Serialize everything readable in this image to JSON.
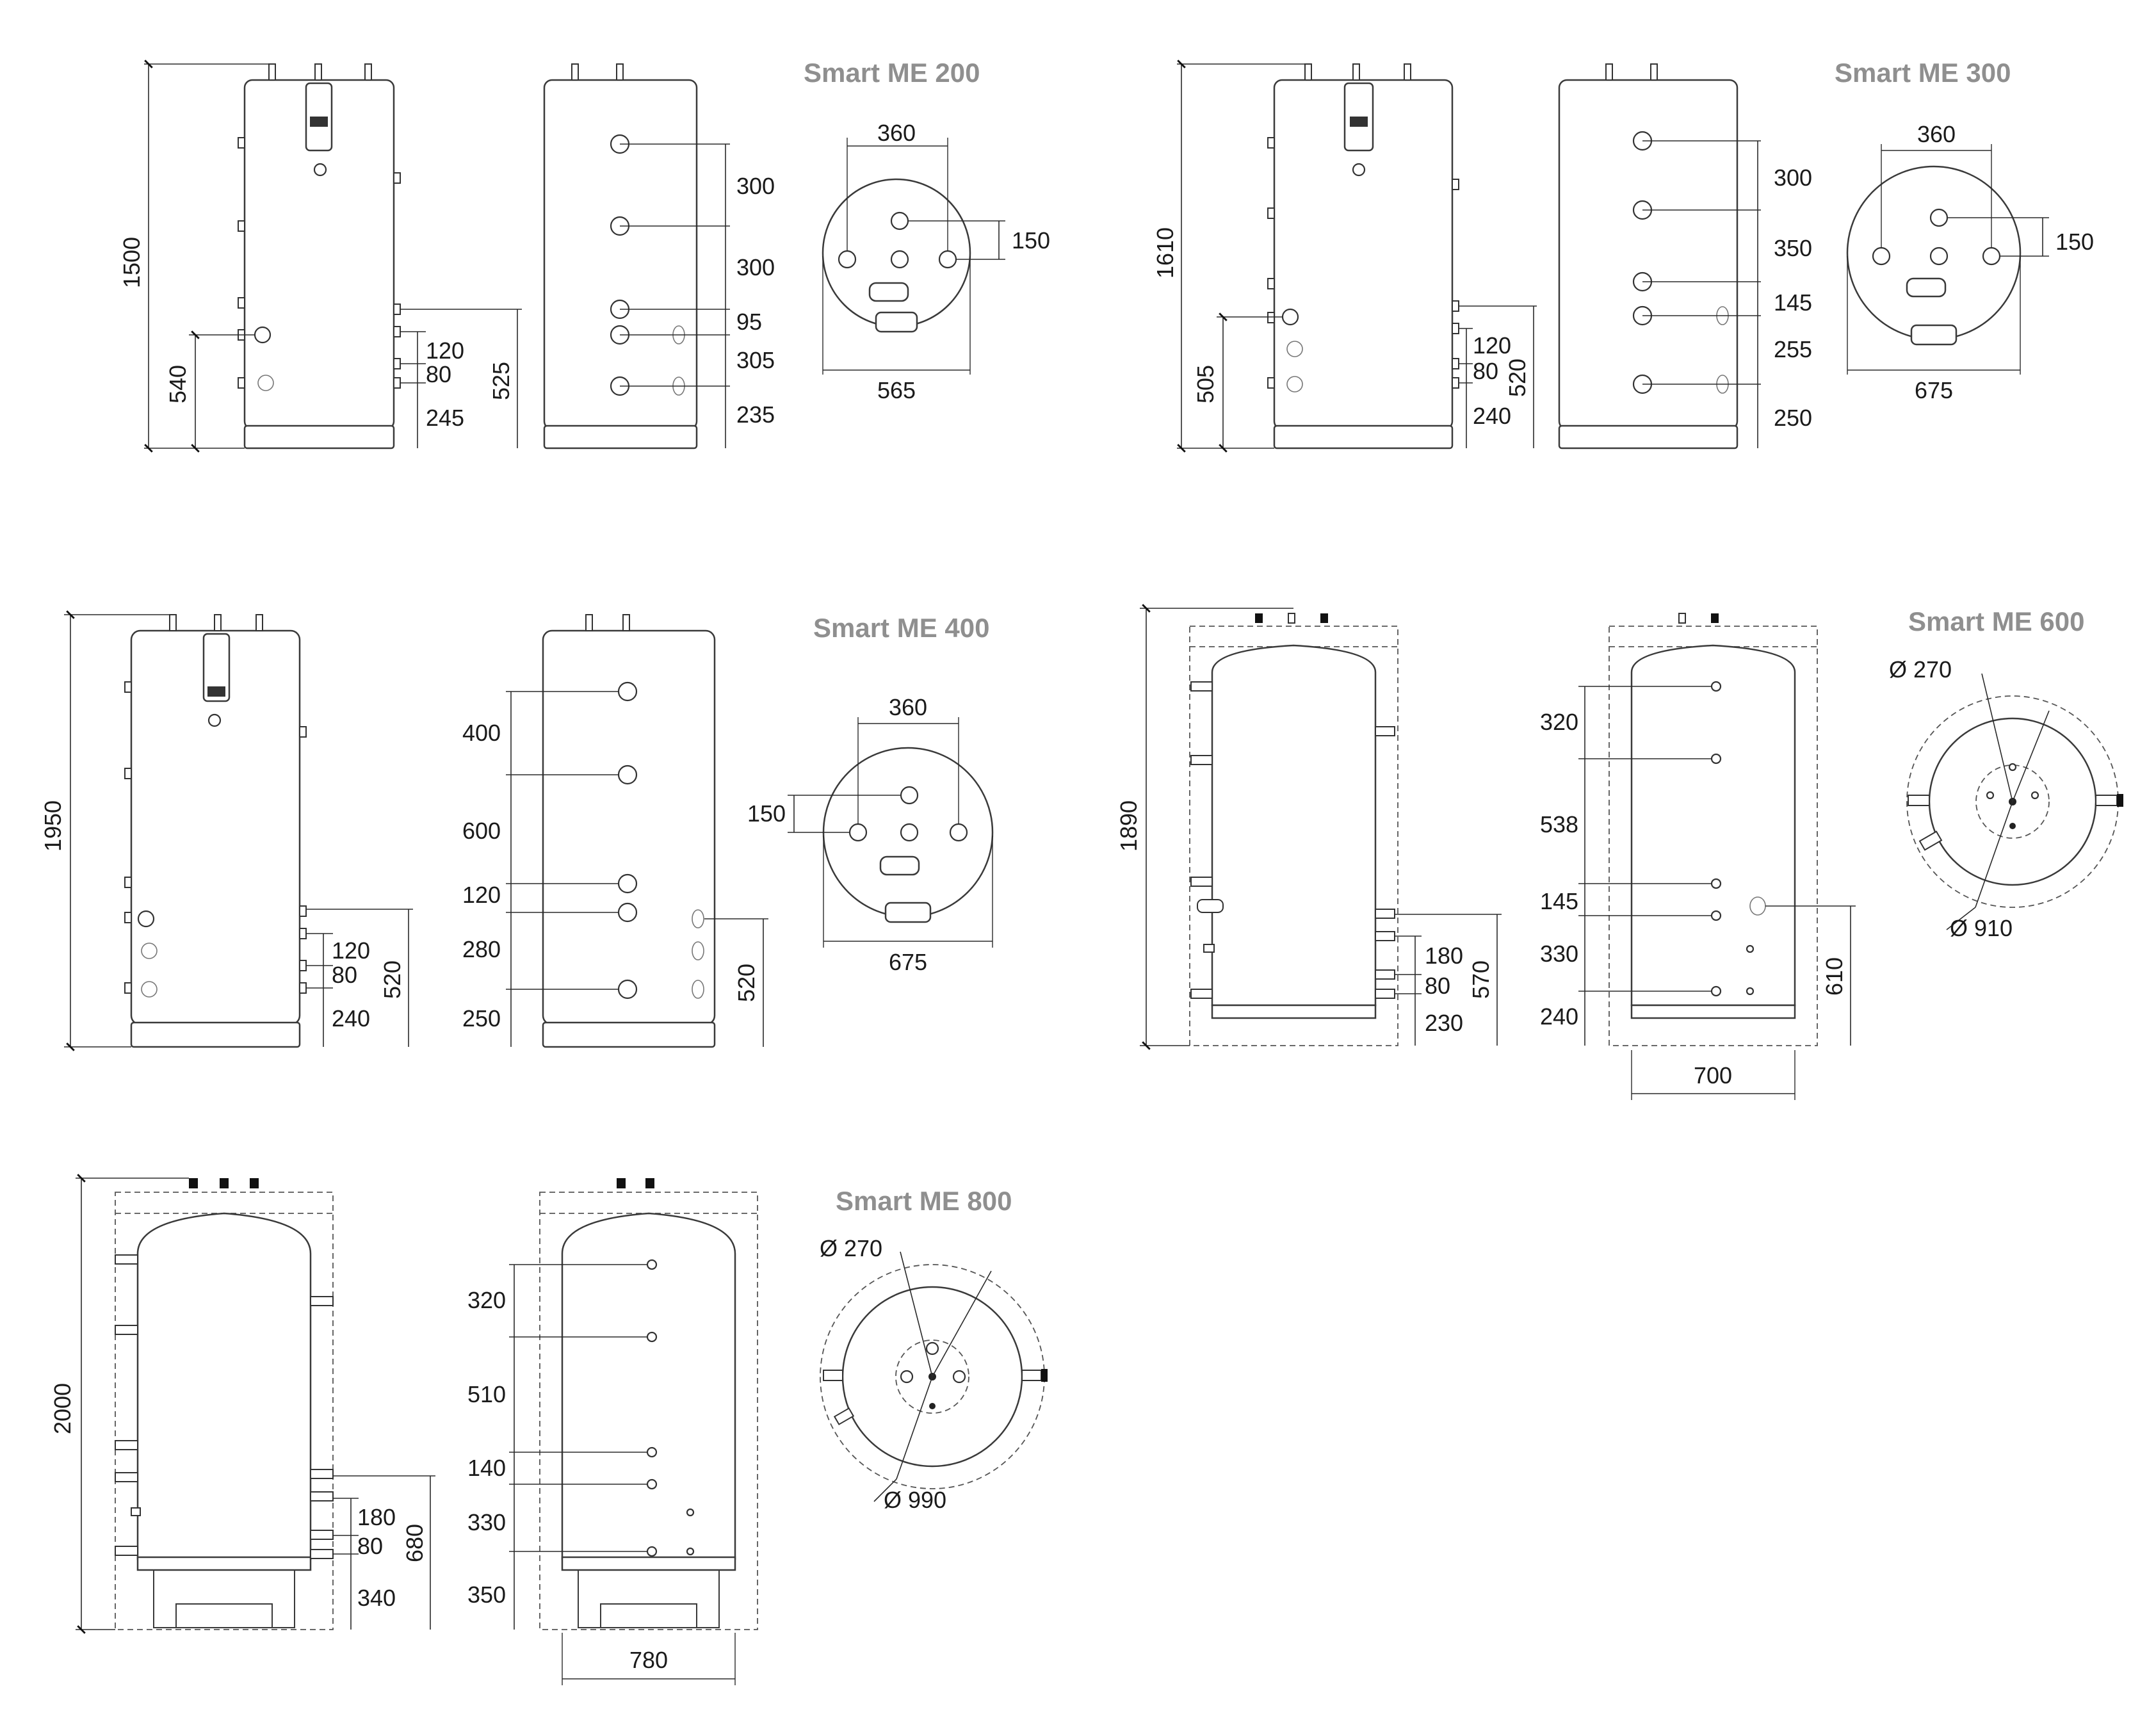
{
  "models": [
    {
      "id": "me200",
      "title": "Smart ME 200",
      "front": {
        "height": "1500",
        "inlet": "540",
        "right": [
          "120",
          "80",
          "245"
        ],
        "right_total": "525"
      },
      "side": [
        "300",
        "300",
        "95",
        "305",
        "235"
      ],
      "top": {
        "width": "360",
        "offset": "150",
        "diameter": "565"
      }
    },
    {
      "id": "me300",
      "title": "Smart ME 300",
      "front": {
        "height": "1610",
        "inlet": "505",
        "right": [
          "120",
          "80",
          "240"
        ],
        "right_total": "520"
      },
      "side": [
        "300",
        "350",
        "145",
        "255",
        "250"
      ],
      "top": {
        "width": "360",
        "offset": "150",
        "diameter": "675"
      }
    },
    {
      "id": "me400",
      "title": "Smart ME 400",
      "front": {
        "height": "1950",
        "right": [
          "120",
          "80",
          "240"
        ],
        "right_total": "520"
      },
      "side": [
        "400",
        "600",
        "120",
        "280",
        "250"
      ],
      "side_right_total": "520",
      "top": {
        "width": "360",
        "offset": "150",
        "diameter": "675"
      }
    },
    {
      "id": "me600",
      "title": "Smart ME 600",
      "front": {
        "height": "1890",
        "right": [
          "180",
          "80",
          "230"
        ],
        "right_total": "570"
      },
      "side": [
        "320",
        "538",
        "145",
        "330",
        "240"
      ],
      "side_right_total": "610",
      "side_width": "700",
      "top": {
        "inner": "Ø 270",
        "outer": "Ø 910"
      }
    },
    {
      "id": "me800",
      "title": "Smart ME 800",
      "front": {
        "height": "2000",
        "right": [
          "180",
          "80",
          "340"
        ],
        "right_total": "680"
      },
      "side": [
        "320",
        "510",
        "140",
        "330",
        "350"
      ],
      "side_width": "780",
      "top": {
        "inner": "Ø 270",
        "outer": "Ø 990"
      }
    }
  ]
}
